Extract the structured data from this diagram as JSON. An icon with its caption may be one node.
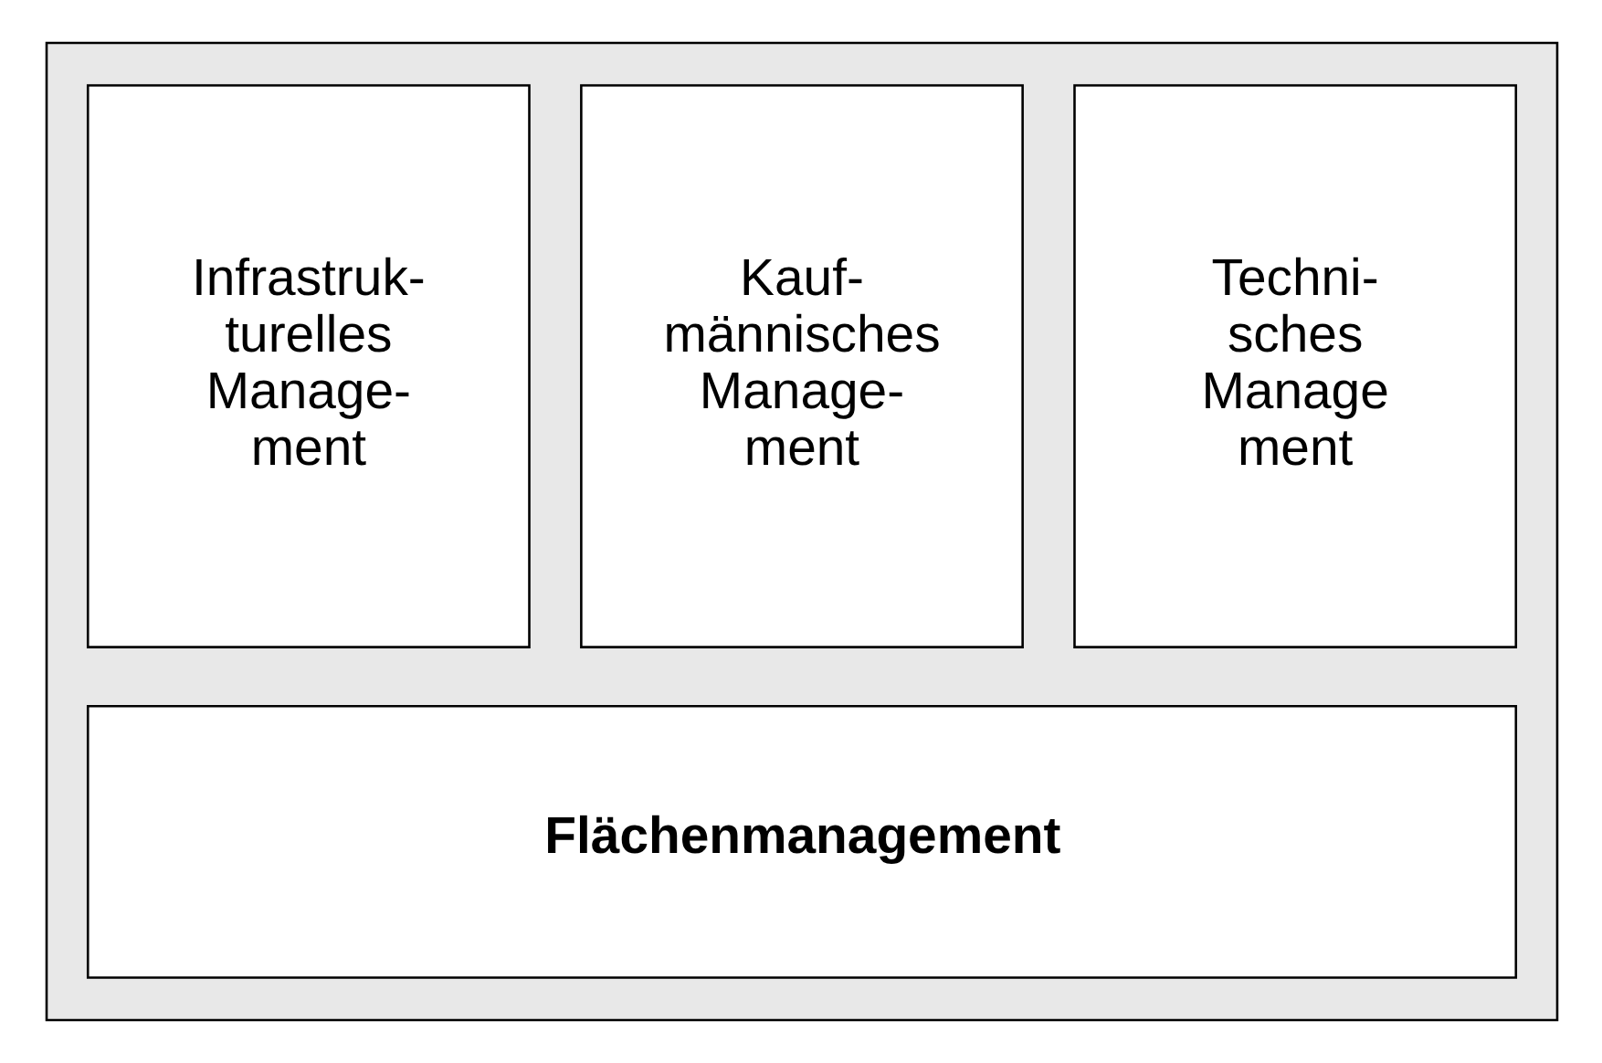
{
  "diagram": {
    "nodes": [
      {
        "text": [],
        "shape": "box"
      },
      {
        "text": [
          "Infrastruk- turelles Manage- ment"
        ],
        "in": 0
      },
      {
        "text": [
          "Kauf- männisches Manage- ment"
        ],
        "in": 0
      },
      {
        "text": [
          "Techni- sches Manage ment"
        ],
        "in": 0
      },
      {
        "text": [
          "Flächenmanagement"
        ],
        "in": 0
      }
    ],
    "edges": []
  }
}
